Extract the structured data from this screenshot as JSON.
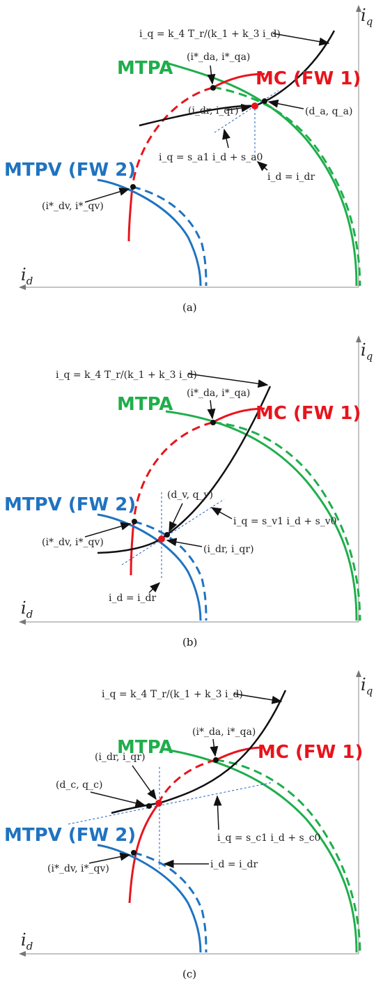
{
  "colors": {
    "mtpa": "#1fae4b",
    "mc": "#e8141c",
    "mtpv": "#1f73c0",
    "torque": "#111111",
    "tangent": "#1f5fbf",
    "axis": "#888888"
  },
  "panels": [
    {
      "caption": "(a)",
      "labels": {
        "mtpa": "MTPA",
        "mc": "MC (FW 1)",
        "mtpv": "MTPV (FW 2)",
        "axis_x": "i_d",
        "axis_y": "i_q",
        "torque_eq": "i_q = k_4 T_r/(k_1 + k_3 i_d)",
        "opt_mtpa": "(i*_da, i*_qa)",
        "opt_mtpv": "(i*_dv, i*_qv)",
        "ref_point": "(i_dr, i_qr)",
        "tangent_point": "(d_a, q_a)",
        "tangent_eq": "i_q = s_a1 i_d + s_a0",
        "vertical_eq": "i_d = i_dr"
      }
    },
    {
      "caption": "(b)",
      "labels": {
        "mtpa": "MTPA",
        "mc": "MC (FW 1)",
        "mtpv": "MTPV (FW 2)",
        "axis_x": "i_d",
        "axis_y": "i_q",
        "torque_eq": "i_q = k_4 T_r/(k_1 + k_3 i_d)",
        "opt_mtpa": "(i*_da, i*_qa)",
        "opt_mtpv": "(i*_dv, i*_qv)",
        "ref_point": "(i_dr, i_qr)",
        "tangent_point": "(d_v, q_v)",
        "tangent_eq": "i_q = s_v1 i_d + s_v0",
        "vertical_eq": "i_d = i_dr"
      }
    },
    {
      "caption": "(c)",
      "labels": {
        "mtpa": "MTPA",
        "mc": "MC (FW 1)",
        "mtpv": "MTPV (FW 2)",
        "axis_x": "i_d",
        "axis_y": "i_q",
        "torque_eq": "i_q = k_4 T_r/(k_1 + k_3 i_d)",
        "opt_mtpa": "(i*_da, i*_qa)",
        "opt_mtpv": "(i*_dv, i*_qv)",
        "ref_point": "(i_dr, i_qr)",
        "tangent_point": "(d_c, q_c)",
        "tangent_eq": "i_q = s_c1 i_d + s_c0",
        "vertical_eq": "i_d = i_dr"
      }
    }
  ]
}
